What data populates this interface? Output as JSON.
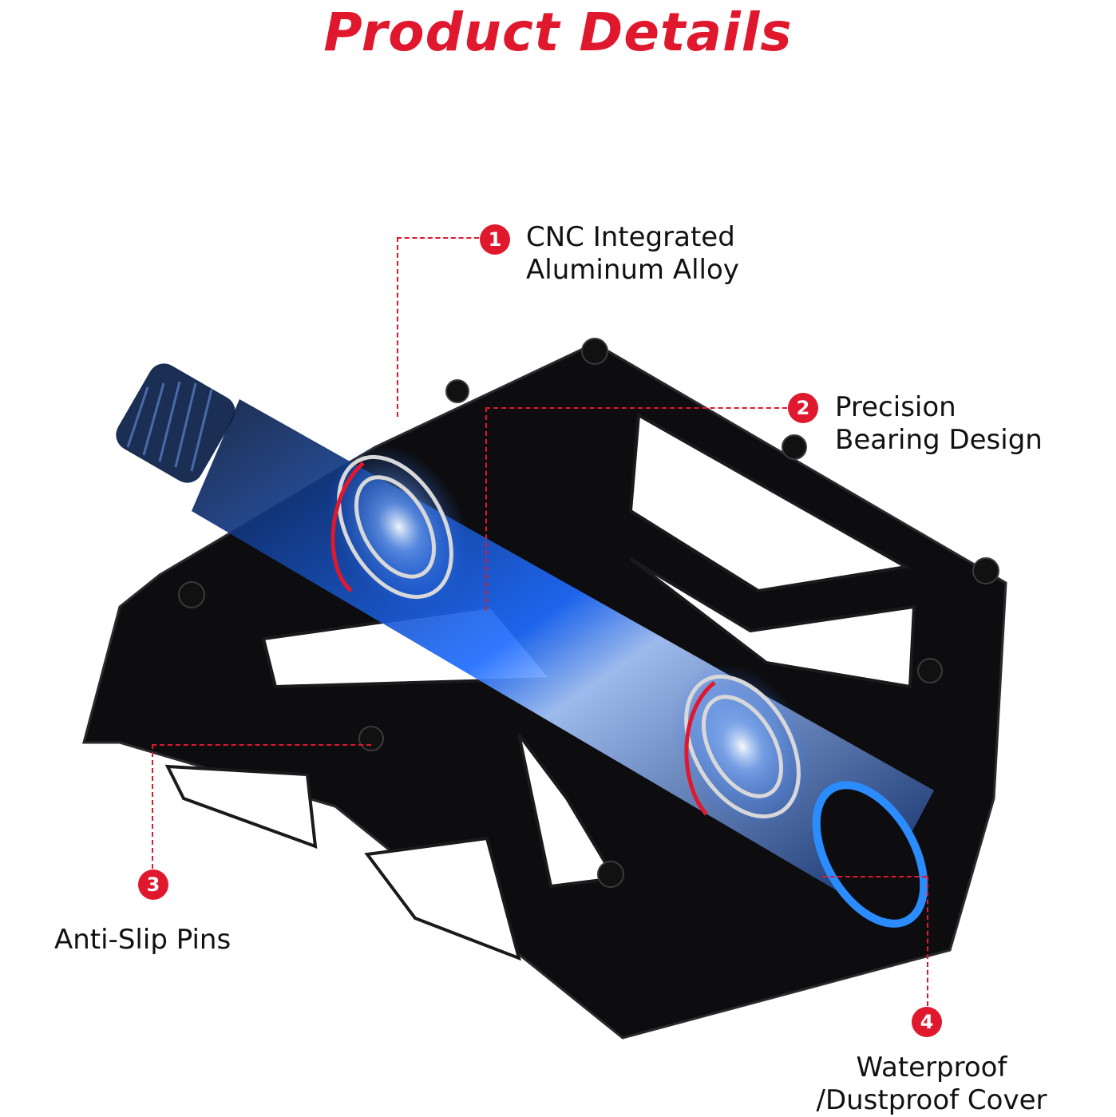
{
  "header": {
    "title": "Product Details"
  },
  "colors": {
    "accent": "#e0182d",
    "metal": "#0d0d0f",
    "axle_glow": "#1f6cff"
  },
  "callouts": [
    {
      "number": "1",
      "lines": [
        "CNC Integrated",
        "Aluminum Alloy"
      ]
    },
    {
      "number": "2",
      "lines": [
        "Precision",
        "Bearing Design"
      ]
    },
    {
      "number": "3",
      "lines": [
        "Anti-Slip Pins"
      ]
    },
    {
      "number": "4",
      "lines": [
        "Waterproof",
        "/Dustproof Cover"
      ]
    }
  ],
  "figure": {
    "subject": "black aluminum bicycle platform pedal",
    "icon": "pedal-illustration"
  }
}
